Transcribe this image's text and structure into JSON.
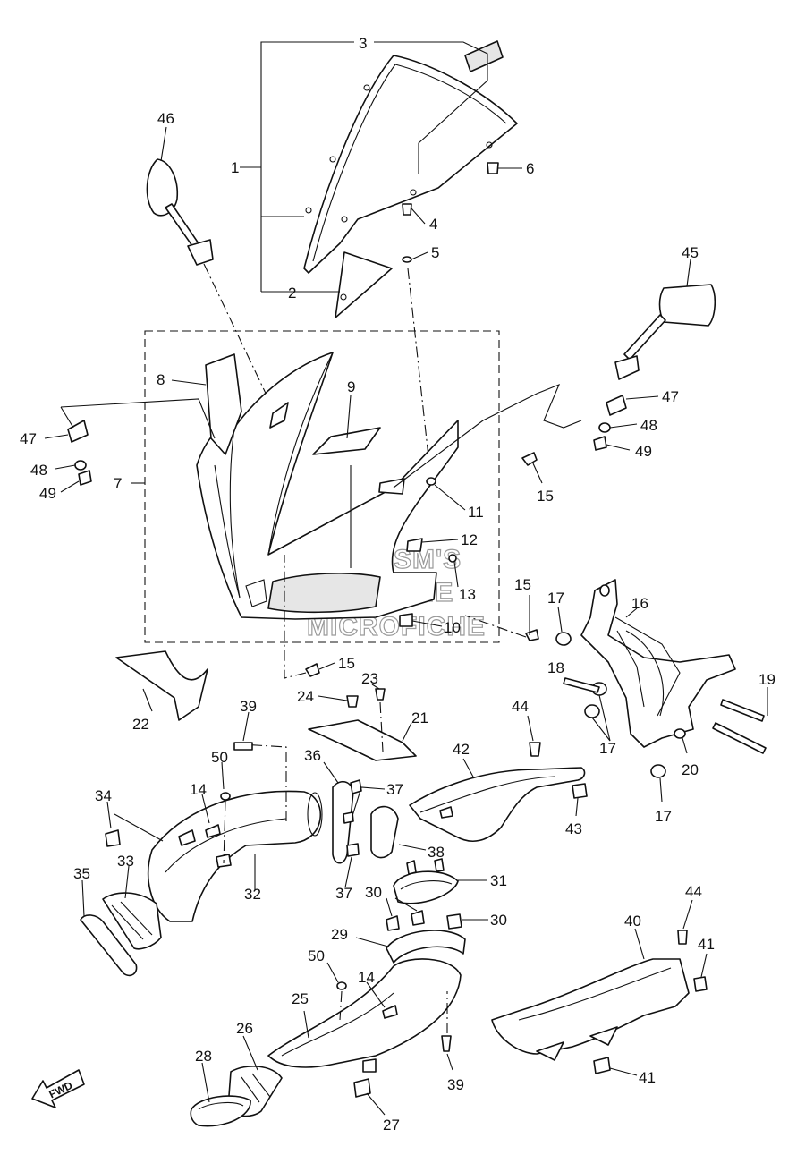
{
  "watermark": {
    "line1": "FILSM'S",
    "line2": "ONLINE",
    "line3": "MICROFICHE"
  },
  "fwd_label": "FWD",
  "callouts": {
    "c1": "1",
    "c2": "2",
    "c3": "3",
    "c4": "4",
    "c5": "5",
    "c6": "6",
    "c7": "7",
    "c8": "8",
    "c9": "9",
    "c10": "10",
    "c11": "11",
    "c12": "12",
    "c13": "13",
    "c14a": "14",
    "c14b": "14",
    "c15a": "15",
    "c15b": "15",
    "c15c": "15",
    "c16": "16",
    "c17a": "17",
    "c17b": "17",
    "c17c": "17",
    "c18": "18",
    "c19": "19",
    "c20": "20",
    "c21": "21",
    "c22": "22",
    "c23": "23",
    "c24": "24",
    "c25": "25",
    "c26": "26",
    "c27": "27",
    "c28": "28",
    "c29": "29",
    "c30a": "30",
    "c30b": "30",
    "c31": "31",
    "c32": "32",
    "c33": "33",
    "c34": "34",
    "c35": "35",
    "c36": "36",
    "c37a": "37",
    "c37b": "37",
    "c38": "38",
    "c39a": "39",
    "c39b": "39",
    "c40": "40",
    "c41a": "41",
    "c41b": "41",
    "c42": "42",
    "c43": "43",
    "c44a": "44",
    "c44b": "44",
    "c45": "45",
    "c46": "46",
    "c47a": "47",
    "c47b": "47",
    "c48a": "48",
    "c48b": "48",
    "c49a": "49",
    "c49b": "49",
    "c50a": "50",
    "c50b": "50"
  }
}
